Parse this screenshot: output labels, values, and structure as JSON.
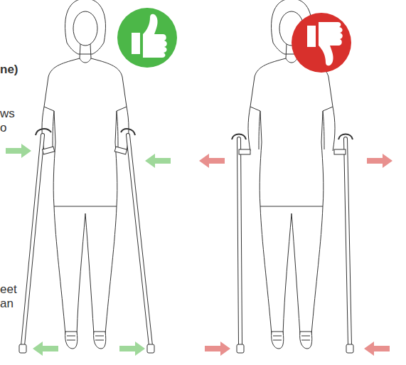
{
  "diagram": {
    "labels": [
      "ne)",
      "ws",
      "o",
      "eet",
      "an"
    ]
  }
}
